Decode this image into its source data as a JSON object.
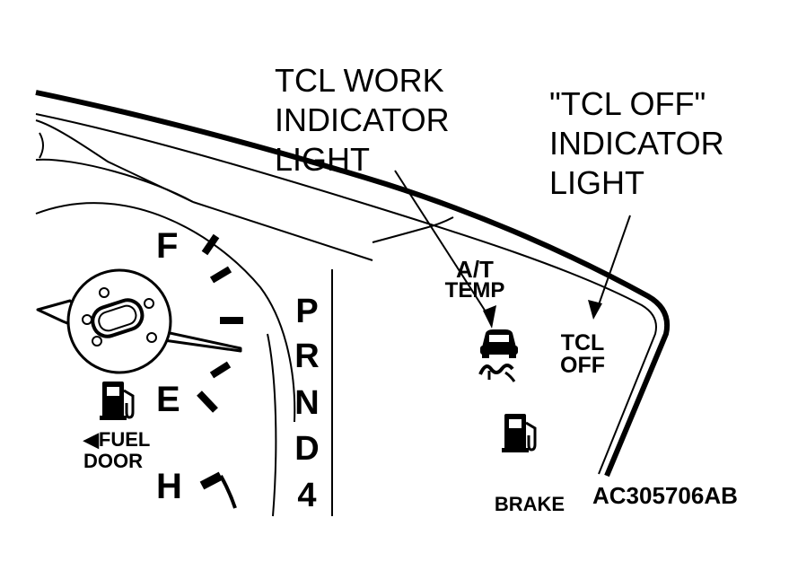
{
  "callouts": {
    "tcl_work": [
      "TCL WORK",
      "INDICATOR",
      "LIGHT"
    ],
    "tcl_off": [
      "\"TCL OFF\"",
      "INDICATOR",
      "LIGHT"
    ]
  },
  "fuel_gauge": {
    "full_label": "F",
    "empty_label": "E",
    "fuel_door_line1": "◀FUEL",
    "fuel_door_line2": "DOOR",
    "fuel_icon": "fuel-pump-icon"
  },
  "temp_gauge": {
    "hot_label": "H"
  },
  "gear_indicator": [
    "P",
    "R",
    "N",
    "D",
    "4"
  ],
  "warning_lights": {
    "at_temp_line1": "A/T",
    "at_temp_line2": "TEMP",
    "tcl_work_icon": "traction-control-icon",
    "tcl_off_line1": "TCL",
    "tcl_off_line2": "OFF",
    "fuel_icon": "fuel-pump-icon",
    "brake": "BRAKE"
  },
  "figure_code": "AC305706AB"
}
